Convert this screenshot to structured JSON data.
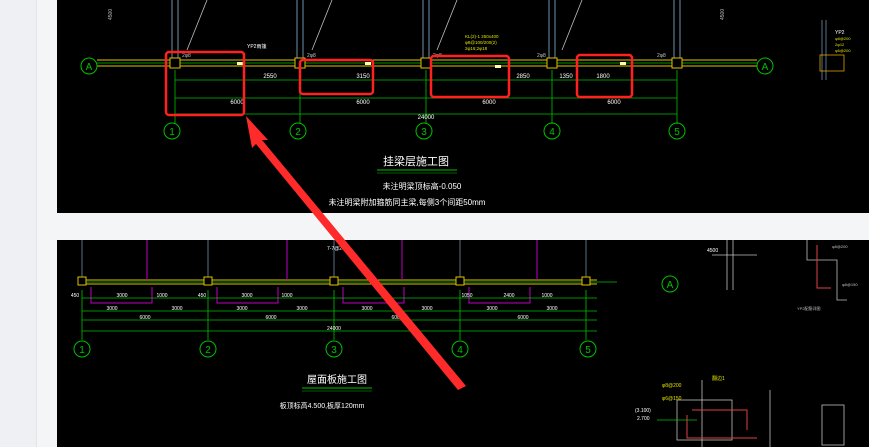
{
  "colors": {
    "cad_background": "#000000",
    "column_line": "#00c000",
    "beam_line": "#e0c000",
    "highlight_box": "#ff2020",
    "arrow": "#ff2a2a",
    "title_text": "#ffffff"
  },
  "drawing1": {
    "axis_row_label": "A",
    "axis_numbers": [
      "1",
      "2",
      "3",
      "4",
      "5"
    ],
    "dims_small": [
      "2550",
      "3150",
      "2850",
      "1350",
      "1800"
    ],
    "dims_bays": [
      "6000",
      "6000",
      "6000",
      "6000"
    ],
    "dim_total": "24000",
    "beam_tag": "YP2雨篷",
    "side_tag": "YP2",
    "title": "挂梁层施工图",
    "note_1": "未注明梁顶标高-0.050",
    "note_2": "未注明梁附加箍筋同主梁,每侧3个间距50mm"
  },
  "drawing2": {
    "axis_row_label": "A",
    "axis_numbers": [
      "1",
      "2",
      "3",
      "4",
      "5"
    ],
    "dims_small": [
      "450",
      "3000",
      "1000",
      "450",
      "3000",
      "1000",
      "1050",
      "2400",
      "1000"
    ],
    "dims_bays": [
      "3000",
      "3000",
      "3000",
      "3000",
      "3000",
      "3000",
      "3000",
      "3000"
    ],
    "dims_mid": [
      "6000",
      "6000",
      "6000",
      "6000"
    ],
    "dim_total": "24000",
    "top_tag": "7-7@200",
    "side_dim": "4500",
    "elev_a": "(3.100)",
    "elev_b": "2.700",
    "title": "屋面板施工图",
    "note_1": "板顶标高4.500,板厚120mm"
  }
}
